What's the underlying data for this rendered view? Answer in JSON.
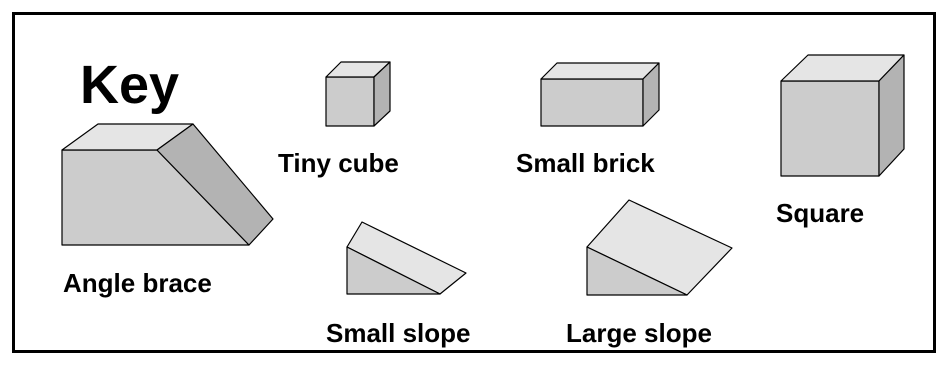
{
  "title": "Key",
  "colors": {
    "front": "#cccccc",
    "top": "#e5e5e5",
    "side": "#b3b3b3",
    "stroke": "#000000",
    "border": "#000000"
  },
  "shapes": [
    {
      "id": "angle-brace",
      "label": "Angle brace"
    },
    {
      "id": "tiny-cube",
      "label": "Tiny cube"
    },
    {
      "id": "small-brick",
      "label": "Small brick"
    },
    {
      "id": "square",
      "label": "Square"
    },
    {
      "id": "small-slope",
      "label": "Small slope"
    },
    {
      "id": "large-slope",
      "label": "Large slope"
    }
  ]
}
